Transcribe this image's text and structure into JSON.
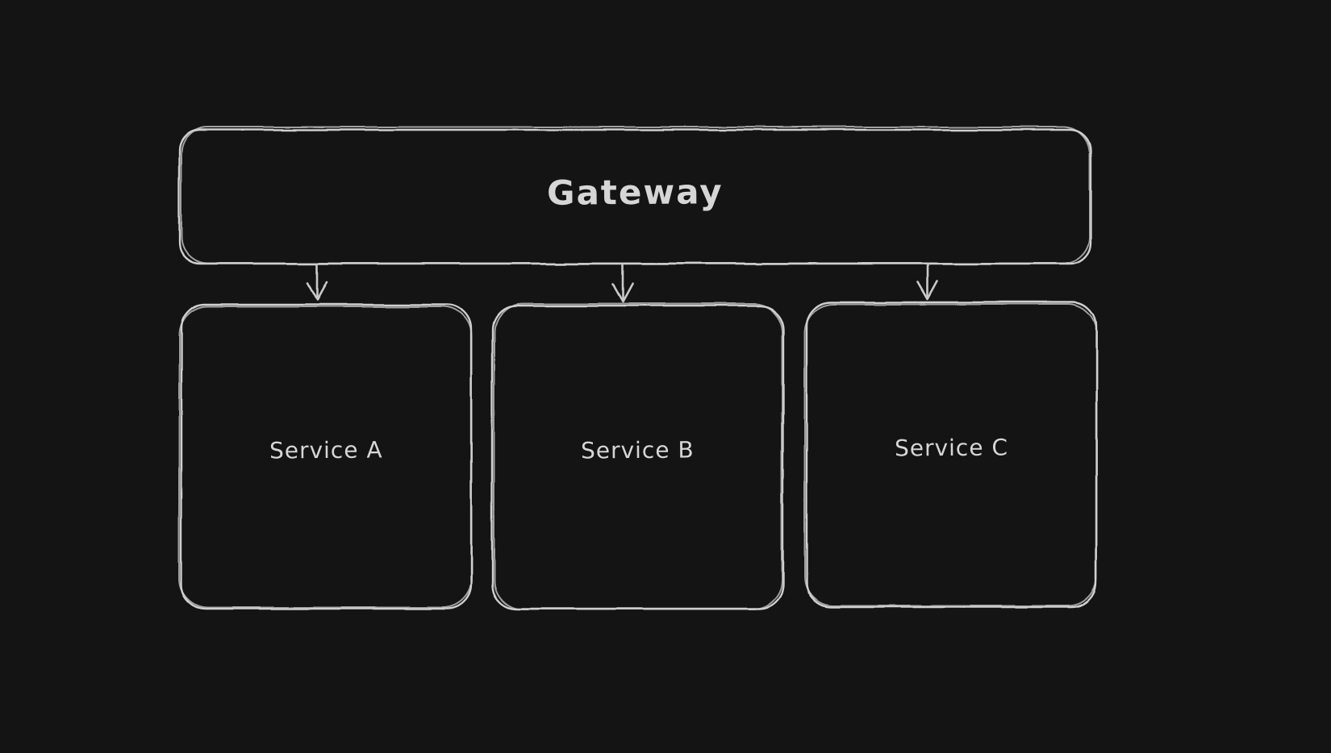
{
  "canvas": {
    "background_color": "#141414",
    "stroke_color": "#cfcfcf",
    "text_color": "#d6d6d6"
  },
  "diagram": {
    "nodes": [
      {
        "id": "gateway",
        "label": "Gateway"
      },
      {
        "id": "service-a",
        "label": "Service A"
      },
      {
        "id": "service-b",
        "label": "Service B"
      },
      {
        "id": "service-c",
        "label": "Service C"
      }
    ],
    "edges": [
      {
        "from": "gateway",
        "to": "service-a",
        "direction": "down"
      },
      {
        "from": "gateway",
        "to": "service-b",
        "direction": "down"
      },
      {
        "from": "gateway",
        "to": "service-c",
        "direction": "down"
      }
    ]
  }
}
